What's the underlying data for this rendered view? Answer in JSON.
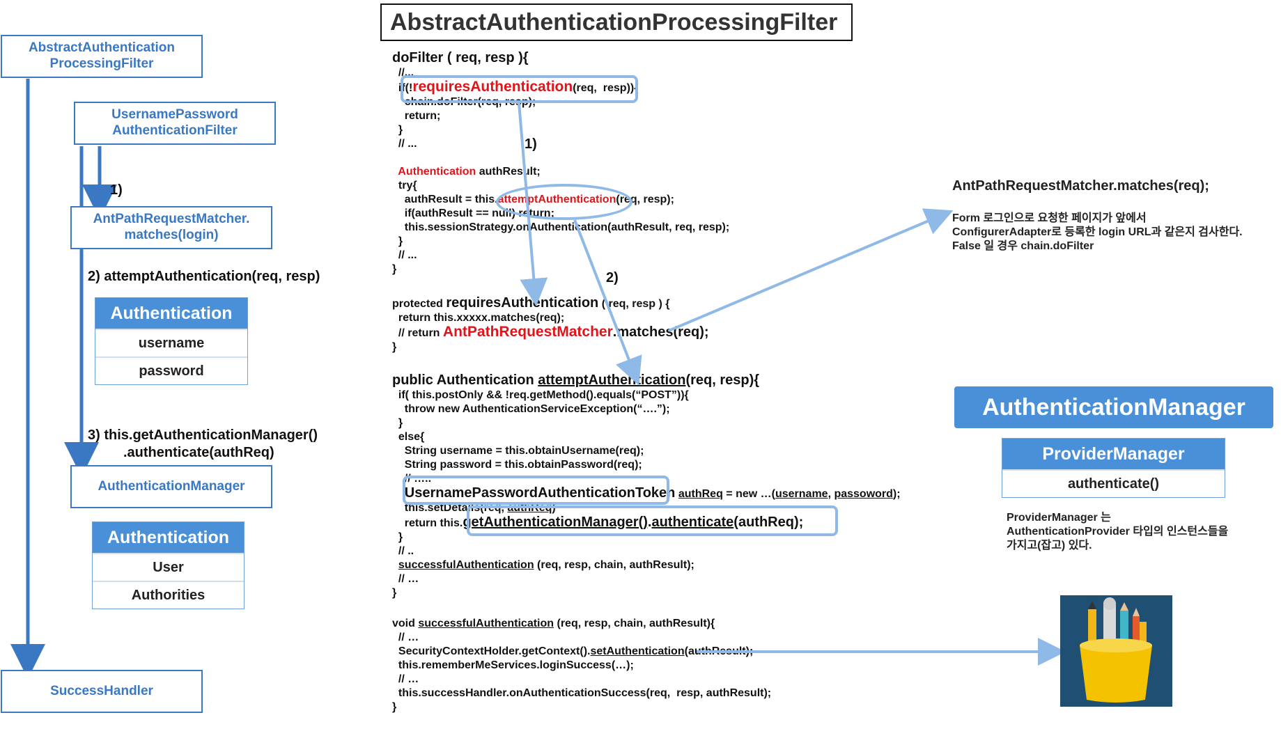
{
  "left_flow": {
    "filter_box": [
      "AbstractAuthentication",
      "ProcessingFilter"
    ],
    "username_filter_box": [
      "UsernamePassword",
      "AuthenticationFilter"
    ],
    "step1": "1)",
    "matcher_box": [
      "AntPathRequestMatcher.",
      "matches(login)"
    ],
    "step2": "2) attemptAuthentication(req, resp)",
    "auth_table_1": {
      "header": "Authentication",
      "rows": [
        "username",
        "password"
      ]
    },
    "step3_line1": "3) this.getAuthenticationManager()",
    "step3_line2": ".authenticate(authReq)",
    "manager_box": "AuthenticationManager",
    "auth_table_2": {
      "header": "Authentication",
      "rows": [
        "User",
        "Authorities"
      ]
    },
    "success_box": "SuccessHandler"
  },
  "code_panel": {
    "title": "AbstractAuthenticationProcessingFilter",
    "label_1": "1)",
    "label_2": "2)"
  },
  "right_panel": {
    "matcher_title": "AntPathRequestMatcher.matches(req);",
    "matcher_desc": [
      "Form 로그인으로 요청한 페이지가 앞에서",
      "ConfigurerAdapter로 등록한 login URL과 같은지 검사한다.",
      "False 일 경우 chain.doFilter"
    ],
    "auth_manager": "AuthenticationManager",
    "provider_table": {
      "header": "ProviderManager",
      "rows": [
        "authenticate()"
      ]
    },
    "provider_desc": [
      "ProviderManager 는",
      "AuthenticationProvider 타입의 인스턴스들을",
      "가지고(잡고) 있다."
    ],
    "icon": "pencil-cup-icon"
  },
  "colors": {
    "flow_blue": "#3a78c3",
    "header_blue": "#4a90d9",
    "highlight": "#8fb9e6",
    "keyword_red": "#e0141b"
  }
}
